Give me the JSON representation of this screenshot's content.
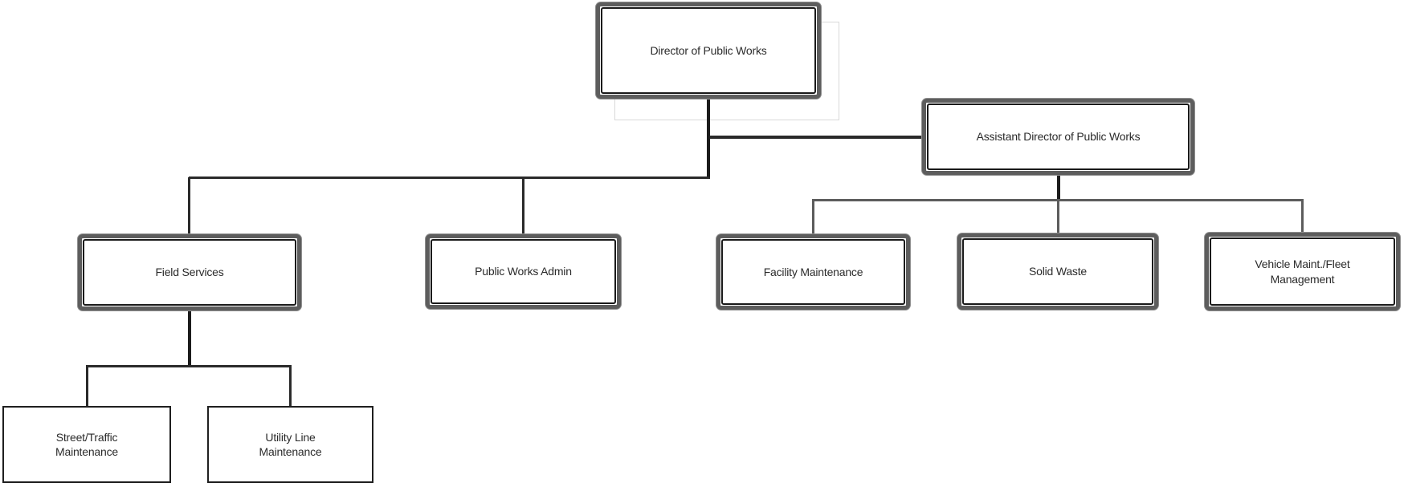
{
  "diagram": {
    "type": "org-chart",
    "background_color": "#ffffff",
    "node_border_color": "#5d5d5d",
    "node_inner_border_color": "#1a1a1a",
    "simple_node_border_color": "#1f1f1f",
    "connector_color_dark": "#1c1c1c",
    "connector_color_gray": "#5c5c5c",
    "text_color": "#2b2b2b",
    "shadow_outline_color": "#d9d9d9"
  },
  "nodes": {
    "director": {
      "label": "Director of Public Works"
    },
    "assistant_director": {
      "label": "Assistant Director of Public Works"
    },
    "field_services": {
      "label": "Field Services"
    },
    "public_works_admin": {
      "label": "Public Works Admin"
    },
    "facility_maintenance": {
      "label": "Facility Maintenance"
    },
    "solid_waste": {
      "label": "Solid Waste"
    },
    "vehicle_maint_fleet": {
      "label": "Vehicle Maint./Fleet\nManagement"
    },
    "street_traffic_maintenance": {
      "label": "Street/Traffic\nMaintenance"
    },
    "utility_line_maintenance": {
      "label": "Utility Line\nMaintenance"
    }
  },
  "edges": [
    {
      "from": "Director of Public Works",
      "to": "Assistant Director of Public Works"
    },
    {
      "from": "Director of Public Works",
      "to": "Field Services"
    },
    {
      "from": "Director of Public Works",
      "to": "Public Works Admin"
    },
    {
      "from": "Assistant Director of Public Works",
      "to": "Facility Maintenance"
    },
    {
      "from": "Assistant Director of Public Works",
      "to": "Solid Waste"
    },
    {
      "from": "Assistant Director of Public Works",
      "to": "Vehicle Maint./Fleet Management"
    },
    {
      "from": "Field Services",
      "to": "Street/Traffic Maintenance"
    },
    {
      "from": "Field Services",
      "to": "Utility Line Maintenance"
    }
  ]
}
